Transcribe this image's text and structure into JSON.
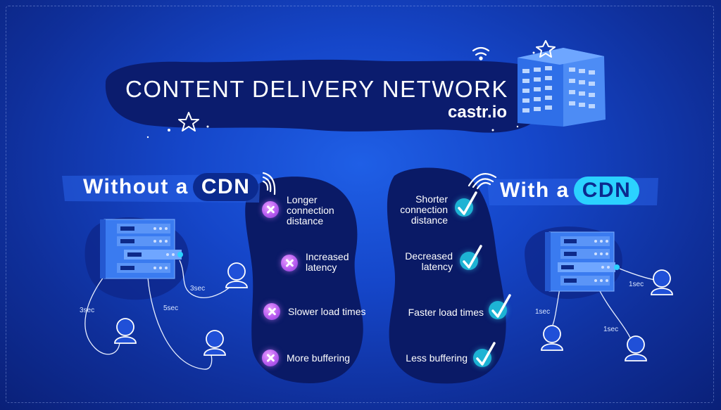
{
  "header": {
    "title": "CONTENT DELIVERY NETWORK",
    "brand": "castr.io"
  },
  "without": {
    "heading_prefix": "Without a",
    "heading_pill": "CDN",
    "items": [
      "Longer connection distance",
      "Increased latency",
      "Slower load times",
      "More buffering"
    ],
    "times": [
      "3sec",
      "5sec",
      "3sec"
    ]
  },
  "with": {
    "heading_prefix": "With a",
    "heading_pill": "CDN",
    "items": [
      "Shorter connection distance",
      "Decreased latency",
      "Faster load times",
      "Less buffering"
    ],
    "times": [
      "1sec",
      "1sec",
      "1sec"
    ]
  },
  "icons": {
    "negative": "x-icon",
    "positive": "check-icon",
    "signal": "wifi-icon",
    "server": "server-icon",
    "user": "user-icon",
    "building": "building-icon",
    "star": "star-icon"
  },
  "colors": {
    "background": "#1546c9",
    "dark_blob": "#0a1a66",
    "pill_left": "#0b2a8f",
    "pill_right": "#2bd2ff",
    "negative": "#b75cf0",
    "positive": "#1db3d4"
  }
}
